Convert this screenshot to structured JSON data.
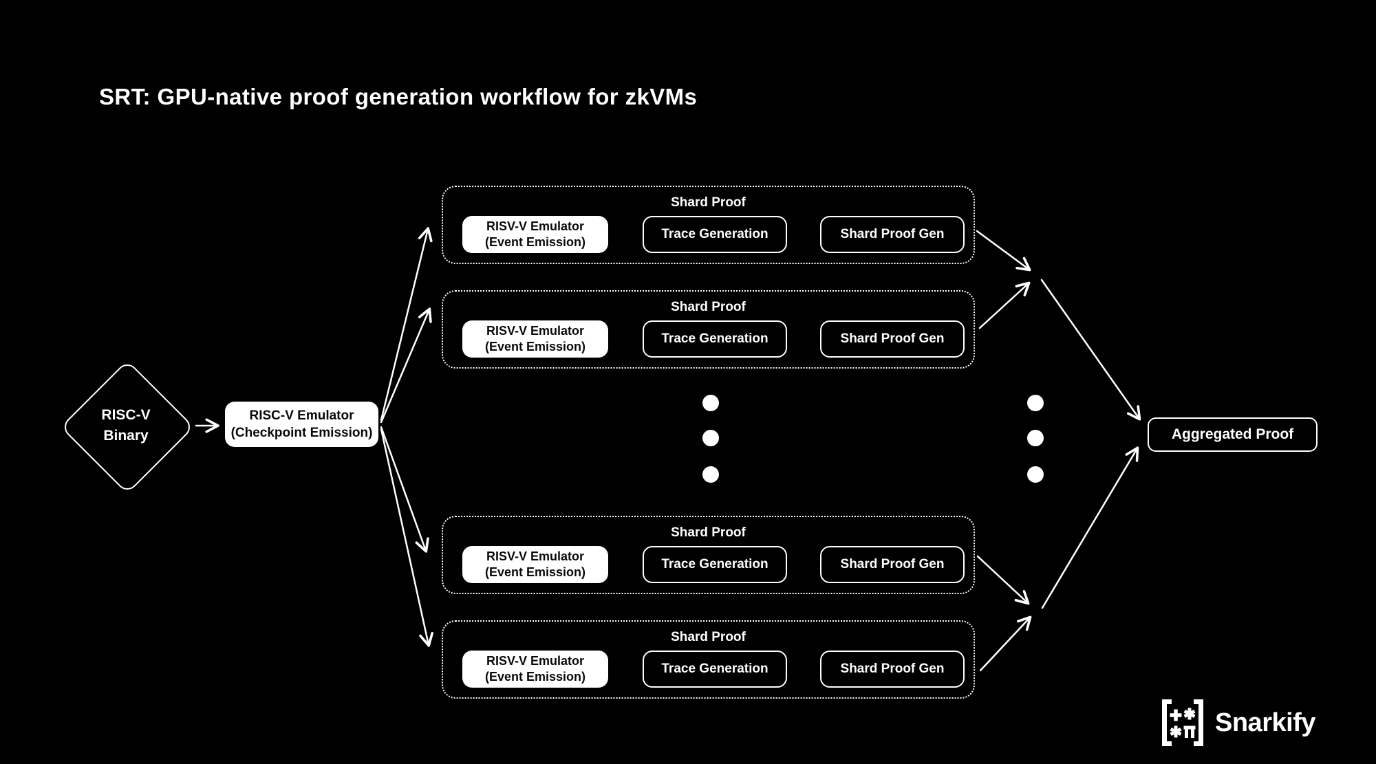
{
  "title": "SRT: GPU-native proof generation workflow for zkVMs",
  "colors": {
    "background": "#000000",
    "foreground": "#ffffff"
  },
  "flow": {
    "input_diamond": {
      "line1": "RISC-V",
      "line2": "Binary"
    },
    "checkpoint_emulator": {
      "line1": "RISC-V Emulator",
      "line2": "(Checkpoint Emission)"
    },
    "shard_groups": [
      {
        "label": "Shard Proof",
        "emulator_line1": "RISV-V Emulator",
        "emulator_line2": "(Event Emission)",
        "trace": "Trace Generation",
        "proof_gen": "Shard Proof Gen"
      },
      {
        "label": "Shard Proof",
        "emulator_line1": "RISV-V Emulator",
        "emulator_line2": "(Event Emission)",
        "trace": "Trace Generation",
        "proof_gen": "Shard Proof Gen"
      },
      {
        "label": "Shard Proof",
        "emulator_line1": "RISV-V Emulator",
        "emulator_line2": "(Event Emission)",
        "trace": "Trace Generation",
        "proof_gen": "Shard Proof Gen"
      },
      {
        "label": "Shard Proof",
        "emulator_line1": "RISV-V Emulator",
        "emulator_line2": "(Event Emission)",
        "trace": "Trace Generation",
        "proof_gen": "Shard Proof Gen"
      }
    ],
    "aggregated_proof": "Aggregated Proof"
  },
  "footer_logo": {
    "brand": "Snarkify",
    "icon_symbols": [
      "plus",
      "asterisk",
      "asterisk",
      "pi"
    ]
  }
}
